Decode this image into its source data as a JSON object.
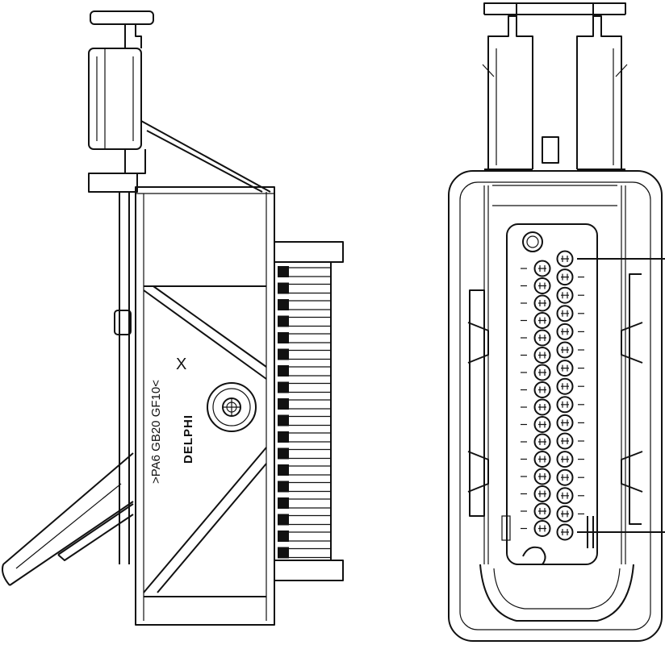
{
  "drawing": {
    "side_view": {
      "material_marking": ">PA6 GB20 GF10<",
      "cavity_mark": "X",
      "brand_logo": "DELPHI"
    },
    "front_view": {
      "pin_rows": 2,
      "pins_left_row": 16,
      "pins_right_row": 16
    },
    "colors": {
      "line": "#111111",
      "background": "#ffffff"
    }
  }
}
